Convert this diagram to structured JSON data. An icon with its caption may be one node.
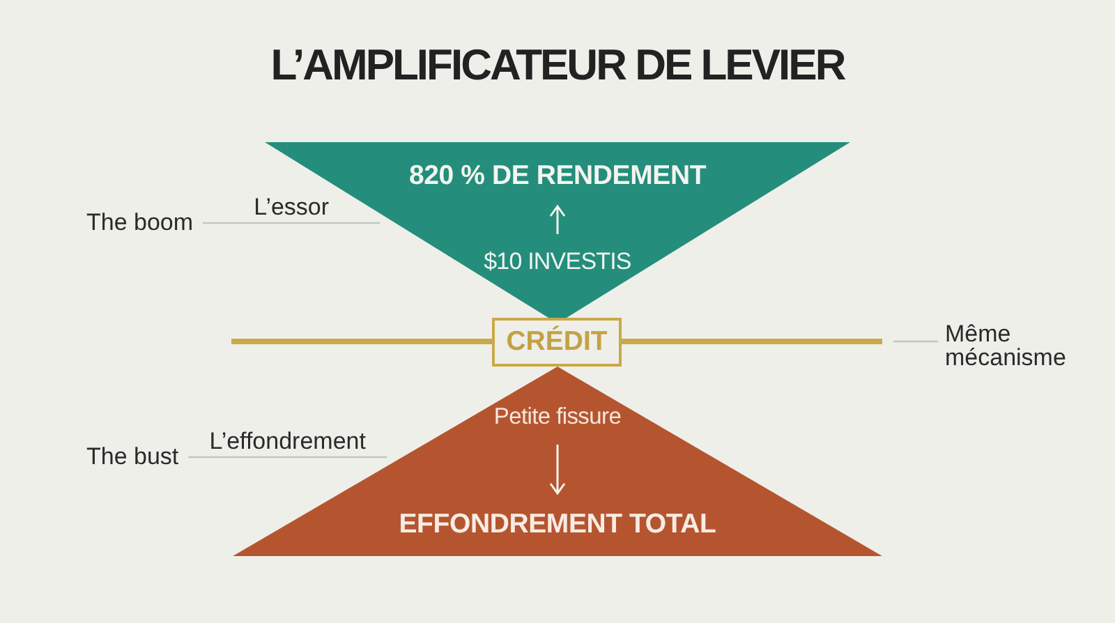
{
  "diagram": {
    "title": "L’AMPLIFICATEUR DE LEVIER",
    "nodes": [
      {
        "text": [],
        "shape": "triangle"
      },
      {
        "text": [
          "820 % DE RENDEMENT"
        ],
        "in": 0
      },
      {
        "text": [
          "$10 INVESTIS"
        ],
        "in": 0
      },
      {
        "text": [
          "The boom"
        ]
      },
      {
        "text": [],
        "shape": "bar"
      },
      {
        "text": [
          "CRÉDIT"
        ]
      },
      {
        "text": [],
        "shape": "bar"
      },
      {
        "text": [
          "Même mécanisme"
        ]
      },
      {
        "text": [],
        "shape": "triangle"
      },
      {
        "text": [
          "Petite fissure"
        ],
        "in": 8
      },
      {
        "text": [
          "EFFONDREMENT TOTAL"
        ],
        "in": 8
      },
      {
        "text": [
          "The bust"
        ]
      }
    ],
    "edges": [
      {
        "from": 2,
        "to": 1,
        "arrow": "to",
        "color": "#f4f4ee"
      },
      {
        "from": 3,
        "to": 0,
        "arrow": "none",
        "label": "L’essor"
      },
      {
        "from": 7,
        "to": 6,
        "arrow": "none"
      },
      {
        "from": 9,
        "to": 10,
        "arrow": "to",
        "color": "#f4f4ee"
      },
      {
        "from": 11,
        "to": 8,
        "arrow": "none",
        "label": "L’effondrement"
      }
    ]
  }
}
